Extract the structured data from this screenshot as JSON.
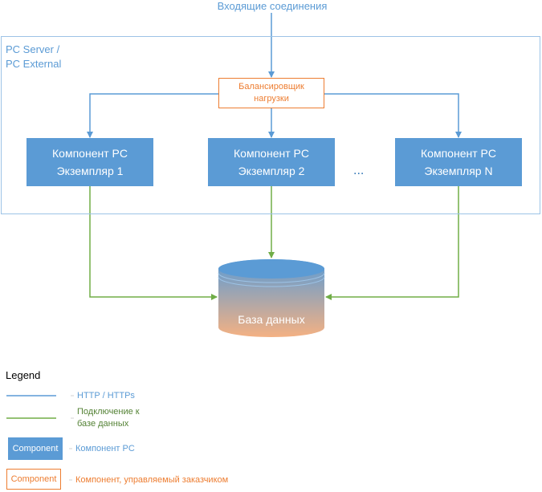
{
  "incoming": {
    "label": "Входящие соединения"
  },
  "server": {
    "label_line1": "PC Server /",
    "label_line2": "PC External"
  },
  "balancer": {
    "line1": "Балансировщик",
    "line2": "нагрузки"
  },
  "instances": [
    {
      "line1": "Компонент PC",
      "line2": "Экземпляр 1"
    },
    {
      "line1": "Компонент PC",
      "line2": "Экземпляр 2"
    },
    {
      "line1": "Компонент PC",
      "line2": "Экземпляр N"
    }
  ],
  "ellipsis": "...",
  "database": {
    "label": "База данных"
  },
  "legend": {
    "title": "Legend",
    "items": [
      {
        "swatch": "blue-line",
        "text_line1": "HTTP / HTTPs",
        "text_line2": ""
      },
      {
        "swatch": "green-line",
        "text_line1": "Подключение к",
        "text_line2": "базе данных"
      },
      {
        "swatch": "blue-box",
        "box_label": "Component",
        "text_line1": "Компонент PC",
        "text_line2": ""
      },
      {
        "swatch": "orange-box",
        "box_label": "Component",
        "text_line1": "Компонент, управляемый заказчиком",
        "text_line2": ""
      }
    ]
  },
  "colors": {
    "http": "#5b9bd5",
    "db_connection": "#70ad47",
    "pc_component": "#5b9bd5",
    "customer_component": "#ed7d31"
  }
}
